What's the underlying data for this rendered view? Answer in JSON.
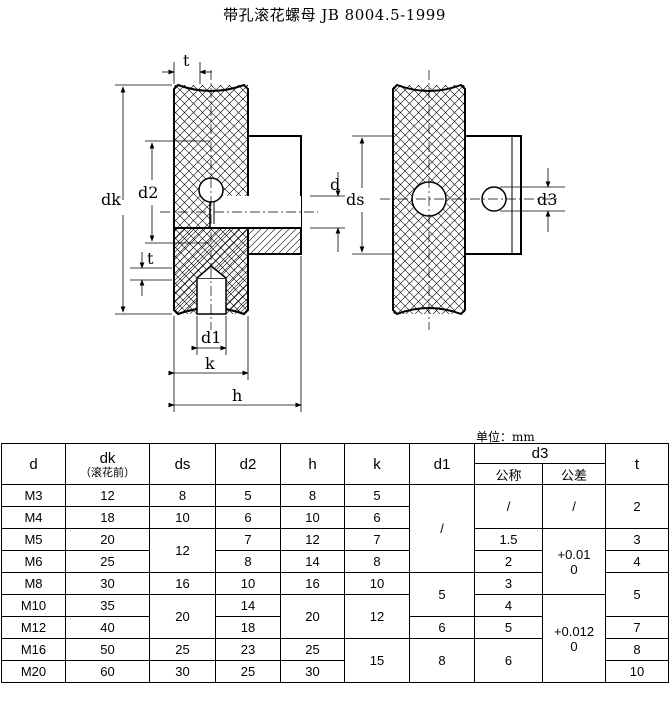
{
  "title": "带孔滚花螺母 JB 8004.5-1999",
  "drawing_labels": {
    "t_top": "t",
    "dk": "dk",
    "d2": "d2",
    "d": "d",
    "t_side": "t",
    "d1": "d1",
    "k": "k",
    "h": "h",
    "ds": "ds",
    "d3": "d3"
  },
  "unit_note": "单位：mm",
  "table": {
    "headers": {
      "d": "d",
      "dk": "dk",
      "dk_sub": "（滚花前）",
      "ds": "ds",
      "d2": "d2",
      "h": "h",
      "k": "k",
      "d1": "d1",
      "d3": "d3",
      "d3_nominal": "公称",
      "d3_tolerance": "公差",
      "t": "t"
    },
    "rows": [
      {
        "d": "M3",
        "dk": "12",
        "ds": "8",
        "d2": "5",
        "h": "8",
        "k": "5"
      },
      {
        "d": "M4",
        "dk": "18",
        "ds": "10",
        "d2": "6",
        "h": "10",
        "k": "6"
      },
      {
        "d": "M5",
        "dk": "20",
        "ds": "12",
        "d2": "7",
        "h": "12",
        "k": "7"
      },
      {
        "d": "M6",
        "dk": "25",
        "d2": "8",
        "h": "14",
        "k": "8"
      },
      {
        "d": "M8",
        "dk": "30",
        "ds": "16",
        "d2": "10",
        "h": "16",
        "k": "10"
      },
      {
        "d": "M10",
        "dk": "35",
        "ds": "20",
        "d2": "14",
        "h": "20",
        "k": "12"
      },
      {
        "d": "M12",
        "dk": "40",
        "d2": "18"
      },
      {
        "d": "M16",
        "dk": "50",
        "ds": "25",
        "d2": "23",
        "h": "25",
        "k": "15"
      },
      {
        "d": "M20",
        "dk": "60",
        "ds": "30",
        "d2": "25",
        "h": "30"
      }
    ],
    "d1_values": {
      "m3_m6": "/",
      "m8_m10": "5",
      "m12": "6",
      "m16_m20": "8"
    },
    "d3_nominal": {
      "m3_m4": "/",
      "m5": "1.5",
      "m6": "2",
      "m8": "3",
      "m10": "4",
      "m12": "5",
      "m16_m20": "6"
    },
    "d3_tolerance": {
      "m3_m4": "/",
      "m5_m8": "+0.01\n0",
      "m10_m20": "+0.012\n0"
    },
    "t_values": {
      "m3_m4": "2",
      "m5": "3",
      "m6": "4",
      "m8_m10": "5",
      "m12": "7",
      "m16": "8",
      "m20": "10"
    }
  }
}
